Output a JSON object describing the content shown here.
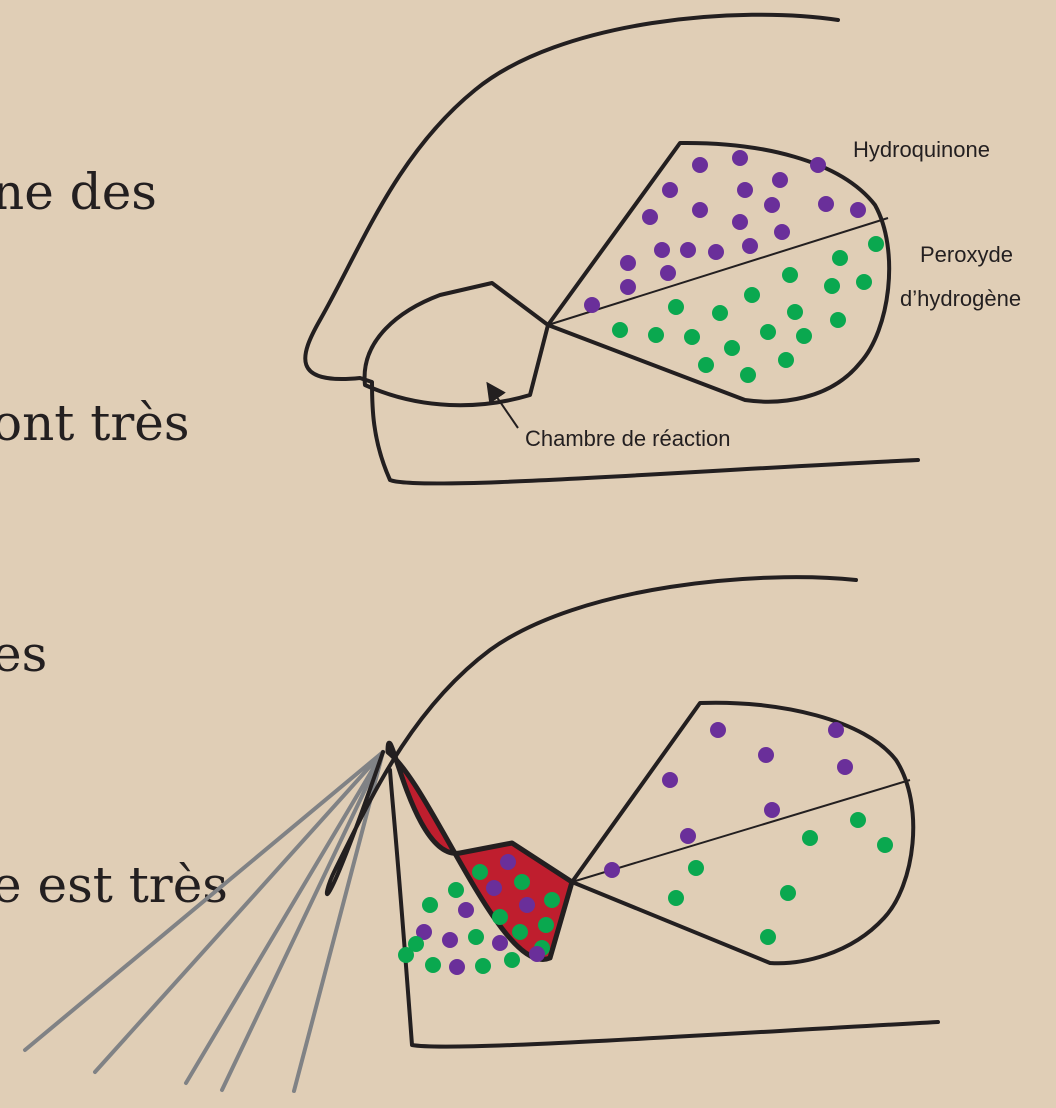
{
  "background_text": {
    "lines": [
      "ne des",
      "ont très",
      "es",
      "e est très"
    ]
  },
  "diagram": {
    "labels": {
      "hydroquinone": "Hydroquinone",
      "peroxyde_line1": "Peroxyde",
      "peroxyde_line2": "d’hydrogène",
      "chambre": "Chambre de réaction"
    },
    "colors": {
      "background": "#e0ceb6",
      "outline": "#231f20",
      "hydroquinone_dot": "#6a2f9a",
      "peroxide_dot": "#0aa84f",
      "reaction_fill": "#bf1e2e",
      "spray": "#808285"
    }
  }
}
